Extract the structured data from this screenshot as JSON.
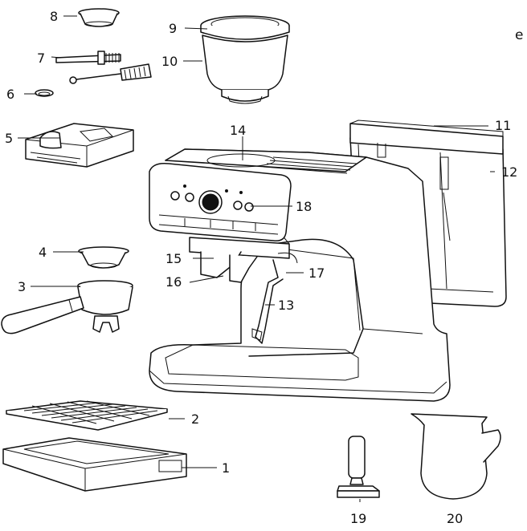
{
  "stray_text": "e",
  "callouts": [
    {
      "id": "c1",
      "text": "1"
    },
    {
      "id": "c2",
      "text": "2"
    },
    {
      "id": "c3",
      "text": "3"
    },
    {
      "id": "c4",
      "text": "4"
    },
    {
      "id": "c5",
      "text": "5"
    },
    {
      "id": "c6",
      "text": "6"
    },
    {
      "id": "c7",
      "text": "7"
    },
    {
      "id": "c8",
      "text": "8"
    },
    {
      "id": "c9",
      "text": "9"
    },
    {
      "id": "c10",
      "text": "10"
    },
    {
      "id": "c11",
      "text": "11"
    },
    {
      "id": "c12",
      "text": "12"
    },
    {
      "id": "c13",
      "text": "13"
    },
    {
      "id": "c14",
      "text": "14"
    },
    {
      "id": "c15",
      "text": "15"
    },
    {
      "id": "c16",
      "text": "16"
    },
    {
      "id": "c17",
      "text": "17"
    },
    {
      "id": "c18",
      "text": "18"
    },
    {
      "id": "c19",
      "text": "19"
    },
    {
      "id": "c20",
      "text": "20"
    }
  ],
  "colors": {
    "line": "#111111",
    "background": "#ffffff"
  }
}
